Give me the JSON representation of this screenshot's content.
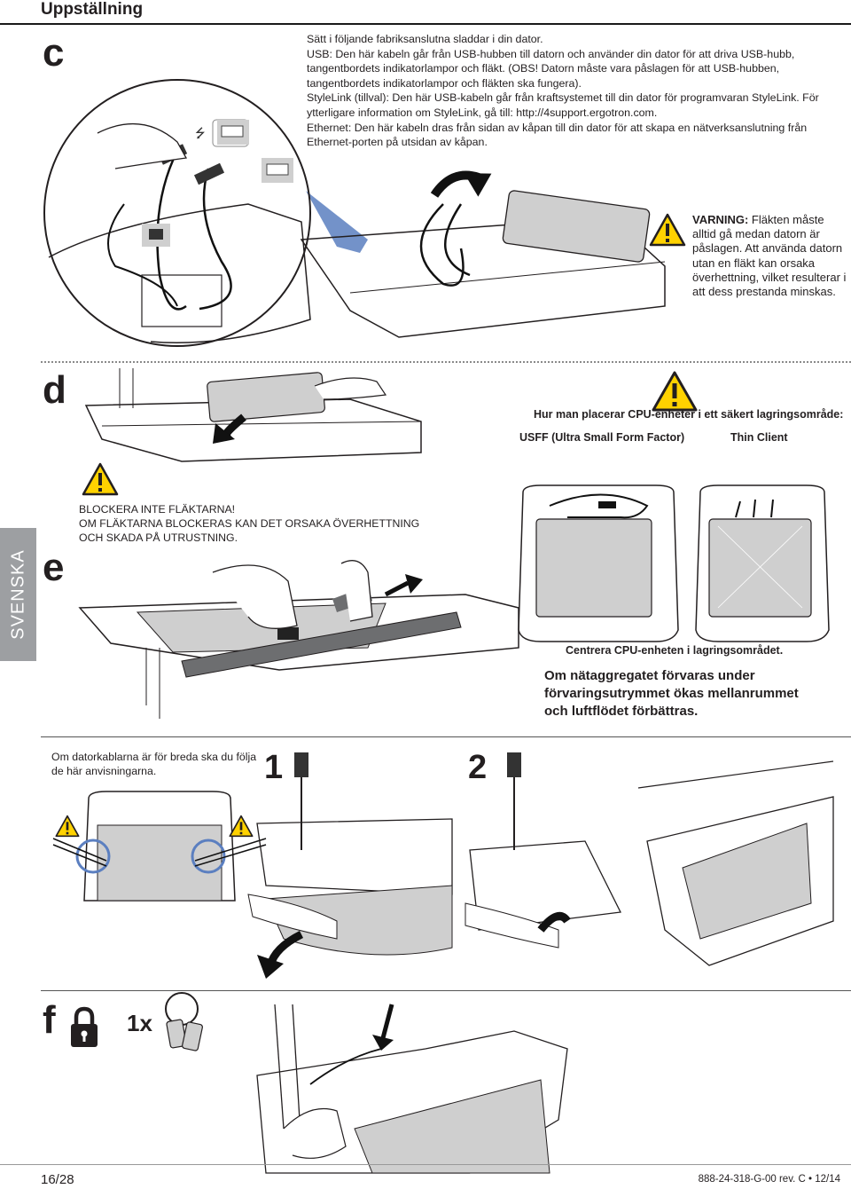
{
  "header": {
    "title": "Uppställning"
  },
  "steps": {
    "c": "c",
    "d": "d",
    "e": "e",
    "f": "f"
  },
  "step_c": {
    "lines": [
      "Sätt i följande fabriksanslutna sladdar i din dator.",
      "USB: Den här kabeln går från USB-hubben till datorn och använder din dator för att driva USB-hubb, tangentbordets indikatorlampor och fläkt. (OBS! Datorn måste vara påslagen för att USB-hubben, tangentbordets indikatorlampor och fläkten ska fungera).",
      "StyleLink (tillval): Den här USB-kabeln går från kraftsystemet till din dator för programvaran StyleLink. För ytterligare information om StyleLink, gå till: http://4support.ergotron.com.",
      "Ethernet: Den här kabeln dras från sidan av kåpan till din dator för att skapa en nätverksanslutning från Ethernet-porten på utsidan av kåpan."
    ],
    "warning_label": "VARNING:",
    "warning_text": " Fläkten måste alltid gå medan datorn är påslagen. Att använda datorn utan en fläkt kan orsaka överhettning, vilket resulterar i att dess prestanda minskas."
  },
  "step_d": {
    "heading": "Hur man placerar CPU-enheter i ett säkert lagringsområde:",
    "usff_label": "USFF (Ultra Small Form Factor)",
    "thin_label": "Thin Client"
  },
  "step_e": {
    "warning_lines": [
      "BLOCKERA INTE FLÄKTARNA!",
      "OM FLÄKTARNA BLOCKERAS KAN DET ORSAKA ÖVERHETTNING",
      "OCH SKADA PÅ UTRUSTNING."
    ],
    "center_note": "Centrera CPU-enheten i lagringsområdet.",
    "airflow_note": "Om nätaggregatet förvaras under förvaringsutrymmet ökas mellanrummet och luftflödet förbättras."
  },
  "cables": {
    "note": "Om datorkablarna är för breda ska du följa de här anvisningarna.",
    "step1": "1",
    "step2": "2"
  },
  "step_f": {
    "count": "1x"
  },
  "language_tab": "SVENSKA",
  "footer": {
    "page": "16/28",
    "doc_id": "888-24-318-G-00 rev. C • 12/14"
  },
  "icons": [
    "usb-icon",
    "usb-port-icon",
    "ethernet-icon",
    "network-icon",
    "warning-icon",
    "lock-icon",
    "key-icon"
  ],
  "colors": {
    "warning_yellow": "#ffd200",
    "blue_highlight": "#5b7fc0",
    "tab_gray": "#9d9fa2"
  }
}
